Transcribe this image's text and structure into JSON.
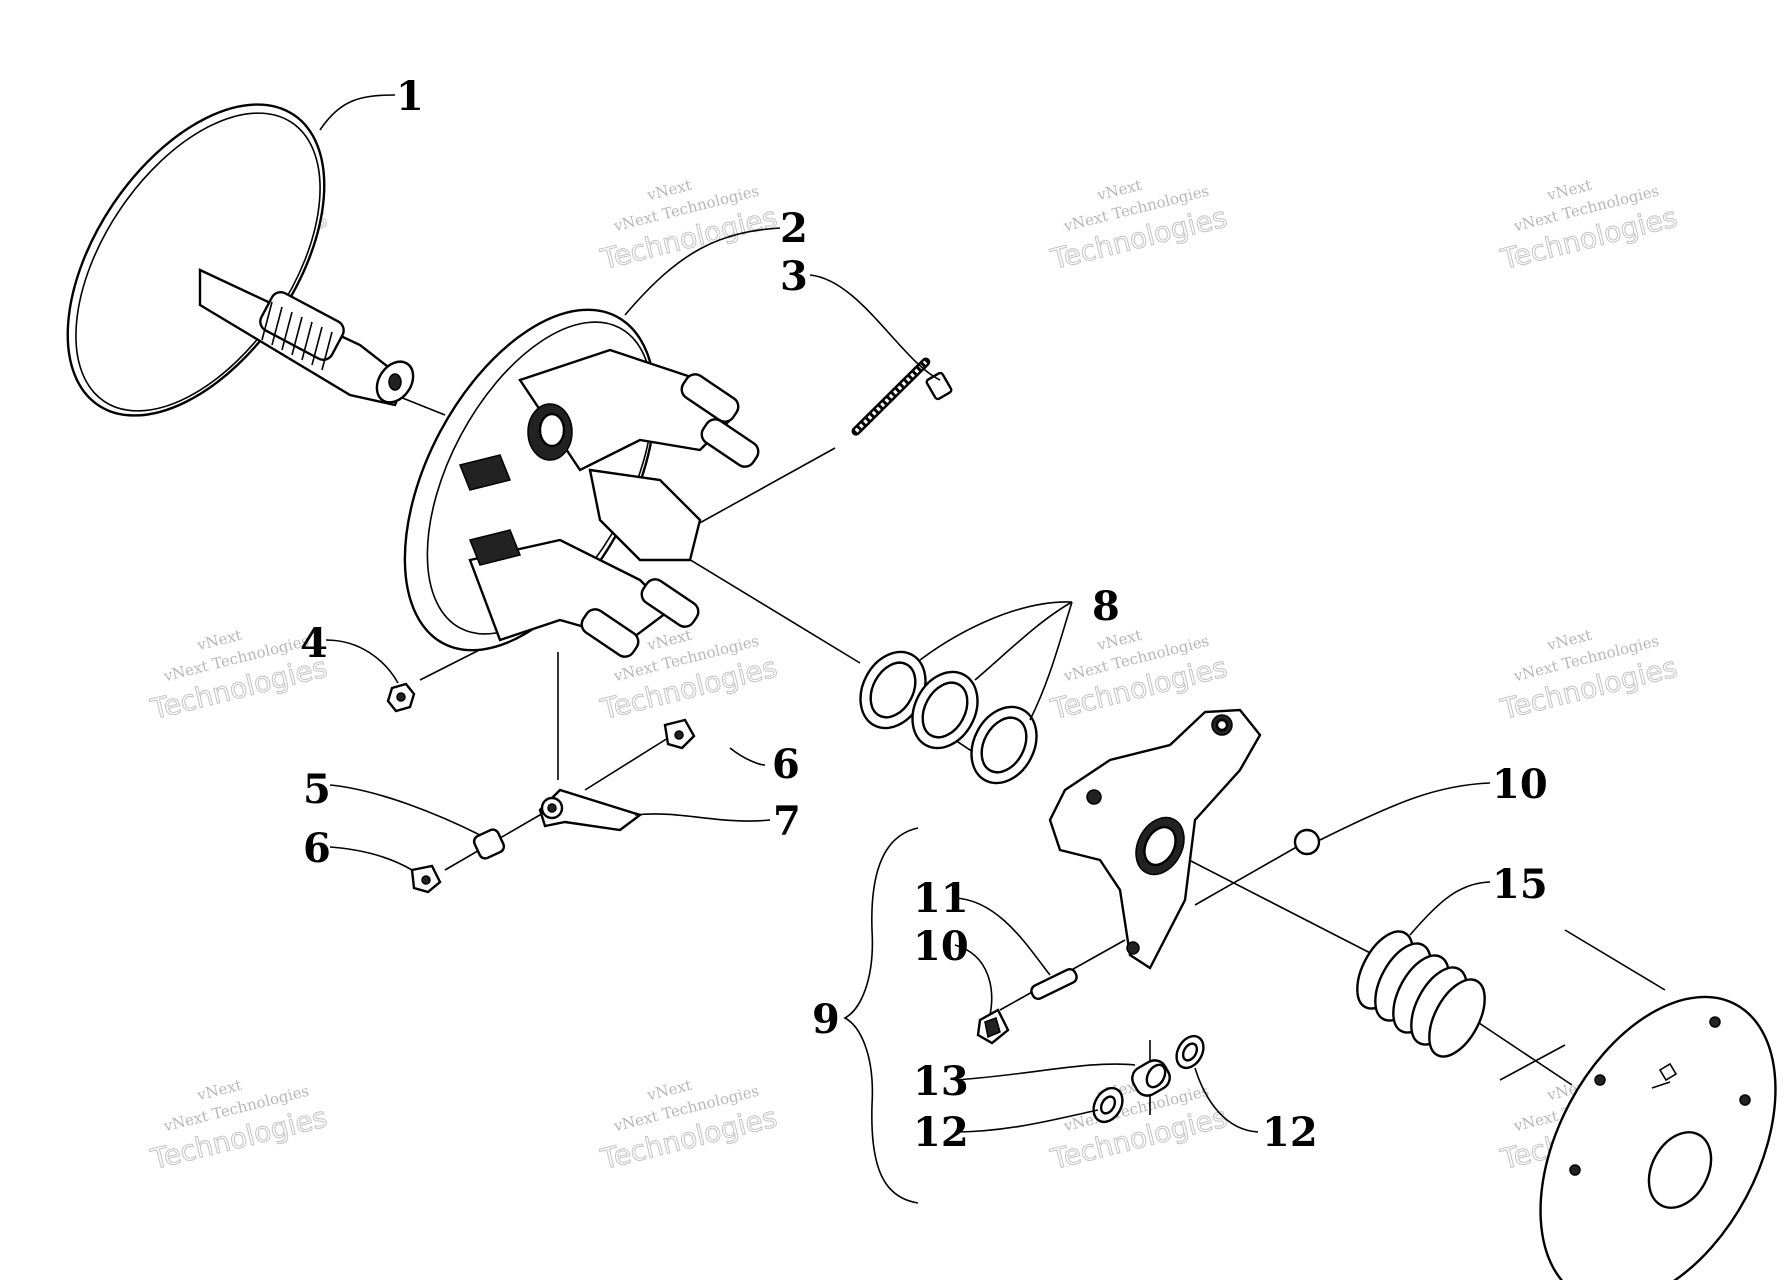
{
  "diagram": {
    "callouts": [
      "1",
      "2",
      "3",
      "4",
      "5",
      "6",
      "6",
      "7",
      "8",
      "9",
      "10",
      "10",
      "11",
      "12",
      "12",
      "13",
      "15"
    ],
    "watermark_line1": "vNext",
    "watermark_line2": "vNext Technologies",
    "watermark_line3": "Technologies"
  },
  "colors": {
    "ink": "#000000",
    "watermark": "#9a9a9a",
    "background": "#ffffff"
  }
}
